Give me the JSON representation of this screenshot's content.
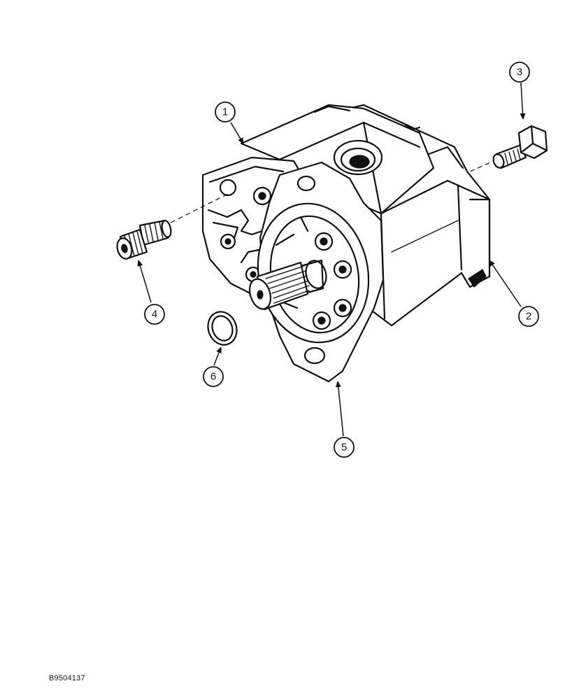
{
  "figure_id": "B9504137",
  "callouts": [
    {
      "number": "1",
      "part": "pump-body"
    },
    {
      "number": "2",
      "part": "rear-housing"
    },
    {
      "number": "3",
      "part": "cap-screw"
    },
    {
      "number": "4",
      "part": "fitting"
    },
    {
      "number": "5",
      "part": "mounting-flange"
    },
    {
      "number": "6",
      "part": "o-ring"
    }
  ]
}
